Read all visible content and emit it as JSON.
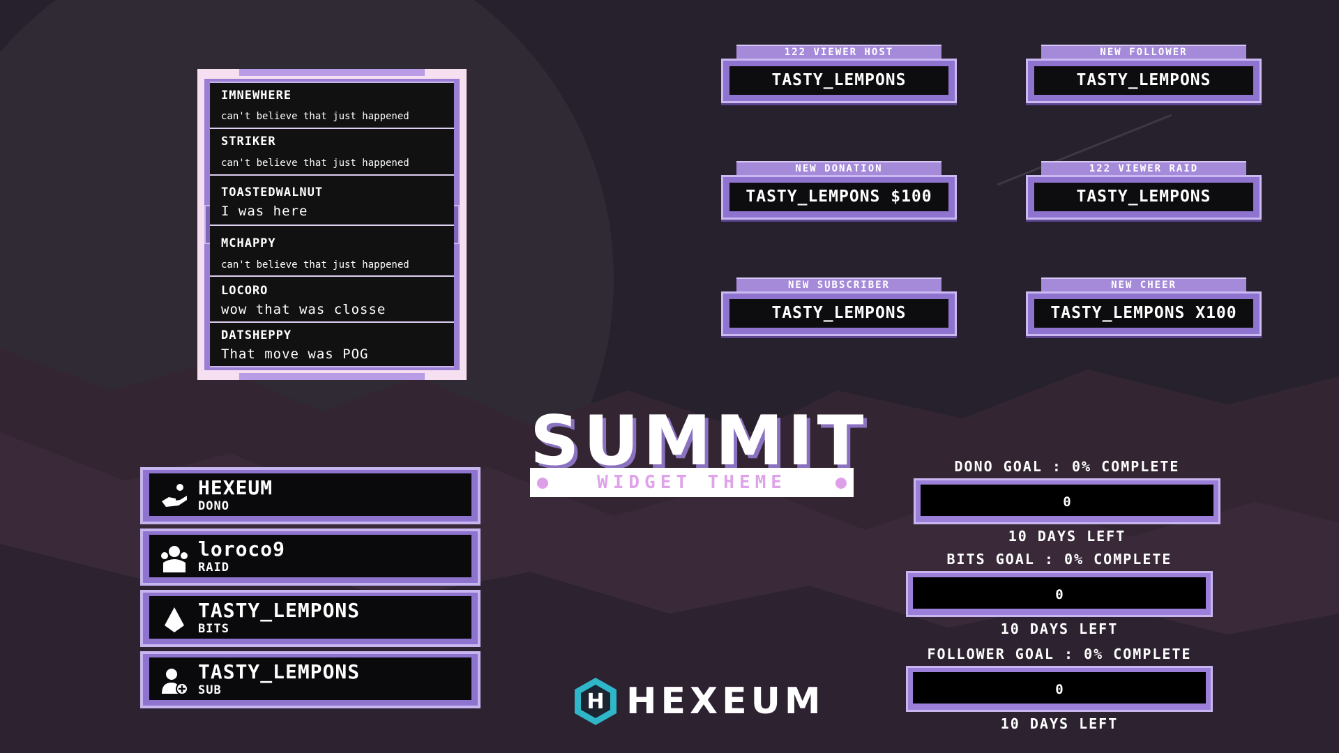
{
  "colors": {
    "accent": "#9b7fd4",
    "accent_light": "#c9b6f0",
    "title_pink": "#dfa3ea",
    "brand_teal": "#2fb6c9"
  },
  "chat": {
    "messages": [
      {
        "user": "IMNEWHERE",
        "text": "can't believe that just happened"
      },
      {
        "user": "STRIKER",
        "text": "can't believe that just happened"
      },
      {
        "user": "TOASTEDWALNUT",
        "text": "I was here"
      },
      {
        "user": "MCHAPPY",
        "text": "can't believe that just happened"
      },
      {
        "user": "LOCORO",
        "text": "wow that was closse"
      },
      {
        "user": "DATSHEPPY",
        "text": "That move was POG"
      }
    ]
  },
  "alerts": [
    {
      "label": "122 VIEWER HOST",
      "value": "TASTY_LEMPONS"
    },
    {
      "label": "NEW FOLLOWER",
      "value": "TASTY_LEMPONS"
    },
    {
      "label": "NEW DONATION",
      "value": "TASTY_LEMPONS $100"
    },
    {
      "label": "122 VIEWER RAID",
      "value": "TASTY_LEMPONS"
    },
    {
      "label": "NEW SUBSCRIBER",
      "value": "TASTY_LEMPONS"
    },
    {
      "label": "NEW CHEER",
      "value": "TASTY_LEMPONS X100"
    }
  ],
  "title": {
    "main": "SUMMIT",
    "subtitle": "WIDGET THEME"
  },
  "events": [
    {
      "name": "HEXEUM",
      "type": "DONO",
      "icon": "donation-hand-icon"
    },
    {
      "name": "loroco9",
      "type": "RAID",
      "icon": "raid-group-icon"
    },
    {
      "name": "TASTY_LEMPONS",
      "type": "BITS",
      "icon": "bits-gem-icon"
    },
    {
      "name": "TASTY_LEMPONS",
      "type": "SUB",
      "icon": "user-add-icon"
    }
  ],
  "goals": [
    {
      "header": "DONO GOAL : 0% COMPLETE",
      "value": "0",
      "progress": 0,
      "footer": "10 DAYS LEFT"
    },
    {
      "header": "BITS GOAL : 0% COMPLETE",
      "value": "0",
      "progress": 0,
      "footer": "10 DAYS LEFT"
    },
    {
      "header": "FOLLOWER GOAL : 0% COMPLETE",
      "value": "0",
      "progress": 0,
      "footer": "10 DAYS LEFT"
    }
  ],
  "brand": {
    "name": "HEXEUM",
    "logo_letter": "H",
    "icon": "hexeum-logo-icon"
  }
}
